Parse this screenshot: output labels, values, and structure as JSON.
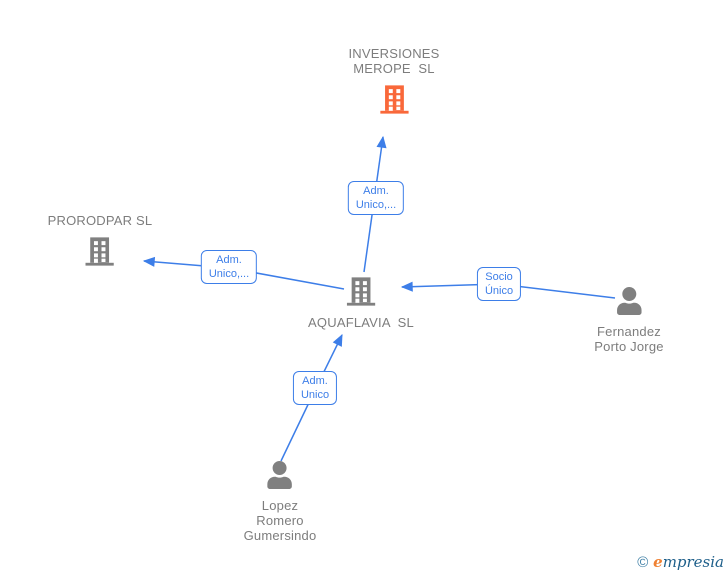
{
  "nodes": {
    "merope": {
      "label": "INVERSIONES\nMEROPE  SL",
      "type": "company",
      "highlighted": true
    },
    "prorodpar": {
      "label": "PRORODPAR SL",
      "type": "company",
      "highlighted": false
    },
    "aquaflavia": {
      "label": "AQUAFLAVIA  SL",
      "type": "company",
      "highlighted": false
    },
    "fernandez": {
      "label": "Fernandez\nPorto Jorge",
      "type": "person"
    },
    "lopez": {
      "label": "Lopez\nRomero\nGumersindo",
      "type": "person"
    }
  },
  "edge_labels": {
    "merope_admin": "Adm.\nUnico,...",
    "prorodpar_admin": "Adm.\nUnico,...",
    "socio_unico": "Socio\nÚnico",
    "adm_unico": "Adm.\nUnico"
  },
  "edges": [
    {
      "from": "aquaflavia",
      "to": "merope",
      "label": "Adm. Unico,..."
    },
    {
      "from": "aquaflavia",
      "to": "prorodpar",
      "label": "Adm. Unico,..."
    },
    {
      "from": "fernandez",
      "to": "aquaflavia",
      "label": "Socio Único"
    },
    {
      "from": "lopez",
      "to": "aquaflavia",
      "label": "Adm. Unico"
    }
  ],
  "colors": {
    "edge_blue": "#3d7ee8",
    "node_gray": "#808080",
    "label_gray": "#7d7d7d",
    "highlight_orange": "#f9683a"
  },
  "watermark": {
    "copyright": "©",
    "brand_e": "e",
    "brand_rest": "mpresia"
  }
}
